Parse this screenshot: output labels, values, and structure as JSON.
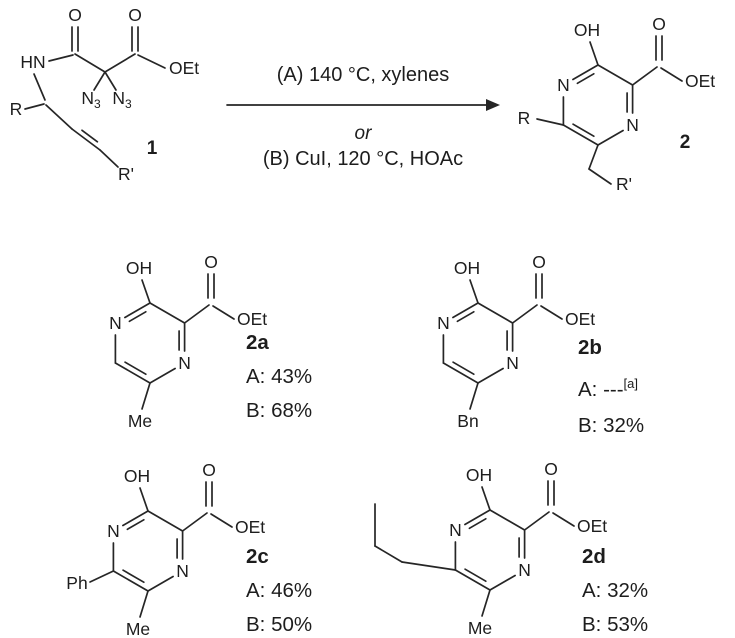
{
  "figure": {
    "background": "#ffffff",
    "ink": "#262626"
  },
  "scheme": {
    "reactant": {
      "id_label": "1",
      "atoms": {
        "o_amide": "O",
        "o_ester": "O",
        "hn": "HN",
        "oet": "OEt",
        "azide_n": "N",
        "azide_sub": "3",
        "r": "R",
        "r_prime": "R'"
      }
    },
    "conditions": {
      "line_a": "(A) 140 °C, xylenes",
      "or_label": "or",
      "line_b": "(B) CuI, 120 °C, HOAc"
    },
    "product": {
      "id_label": "2",
      "atoms": {
        "oh": "OH",
        "o": "O",
        "oet": "OEt",
        "n": "N",
        "r": "R",
        "r_prime": "R'"
      }
    }
  },
  "scaffold_atoms": {
    "oh": "OH",
    "o": "O",
    "oet": "OEt",
    "n": "N"
  },
  "products": [
    {
      "label": "2a",
      "substituent_bottom": "Me",
      "yield_a": "A: 43%",
      "yield_b": "B: 68%"
    },
    {
      "label": "2b",
      "substituent_bottom": "Bn",
      "yield_a": "A: ---",
      "yield_a_sup": "[a]",
      "yield_b": "B: 32%"
    },
    {
      "label": "2c",
      "substituent_bottom": "Me",
      "substituent_left": "Ph",
      "yield_a": "A: 46%",
      "yield_b": "B: 50%"
    },
    {
      "label": "2d",
      "substituent_bottom": "Me",
      "yield_a": "A: 32%",
      "yield_b": "B: 53%"
    }
  ]
}
